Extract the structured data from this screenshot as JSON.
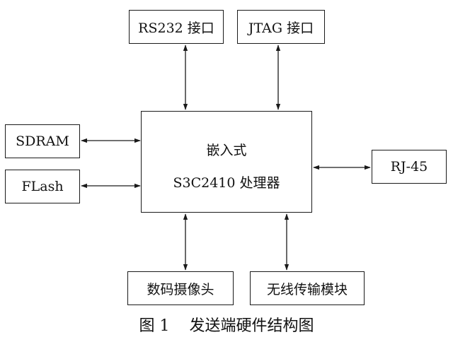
{
  "diagram": {
    "processor": {
      "line1": "嵌入式",
      "line2": "S3C2410 处理器"
    },
    "modules": {
      "rs232": "RS232 接口",
      "jtag": "JTAG 接口",
      "sdram": "SDRAM",
      "flash": "FLash",
      "rj45": "RJ-45",
      "camera": "数码摄像头",
      "wireless": "无线传输模块"
    },
    "caption": "图 1    发送端硬件结构图",
    "line_color": "#1a1a1a"
  }
}
